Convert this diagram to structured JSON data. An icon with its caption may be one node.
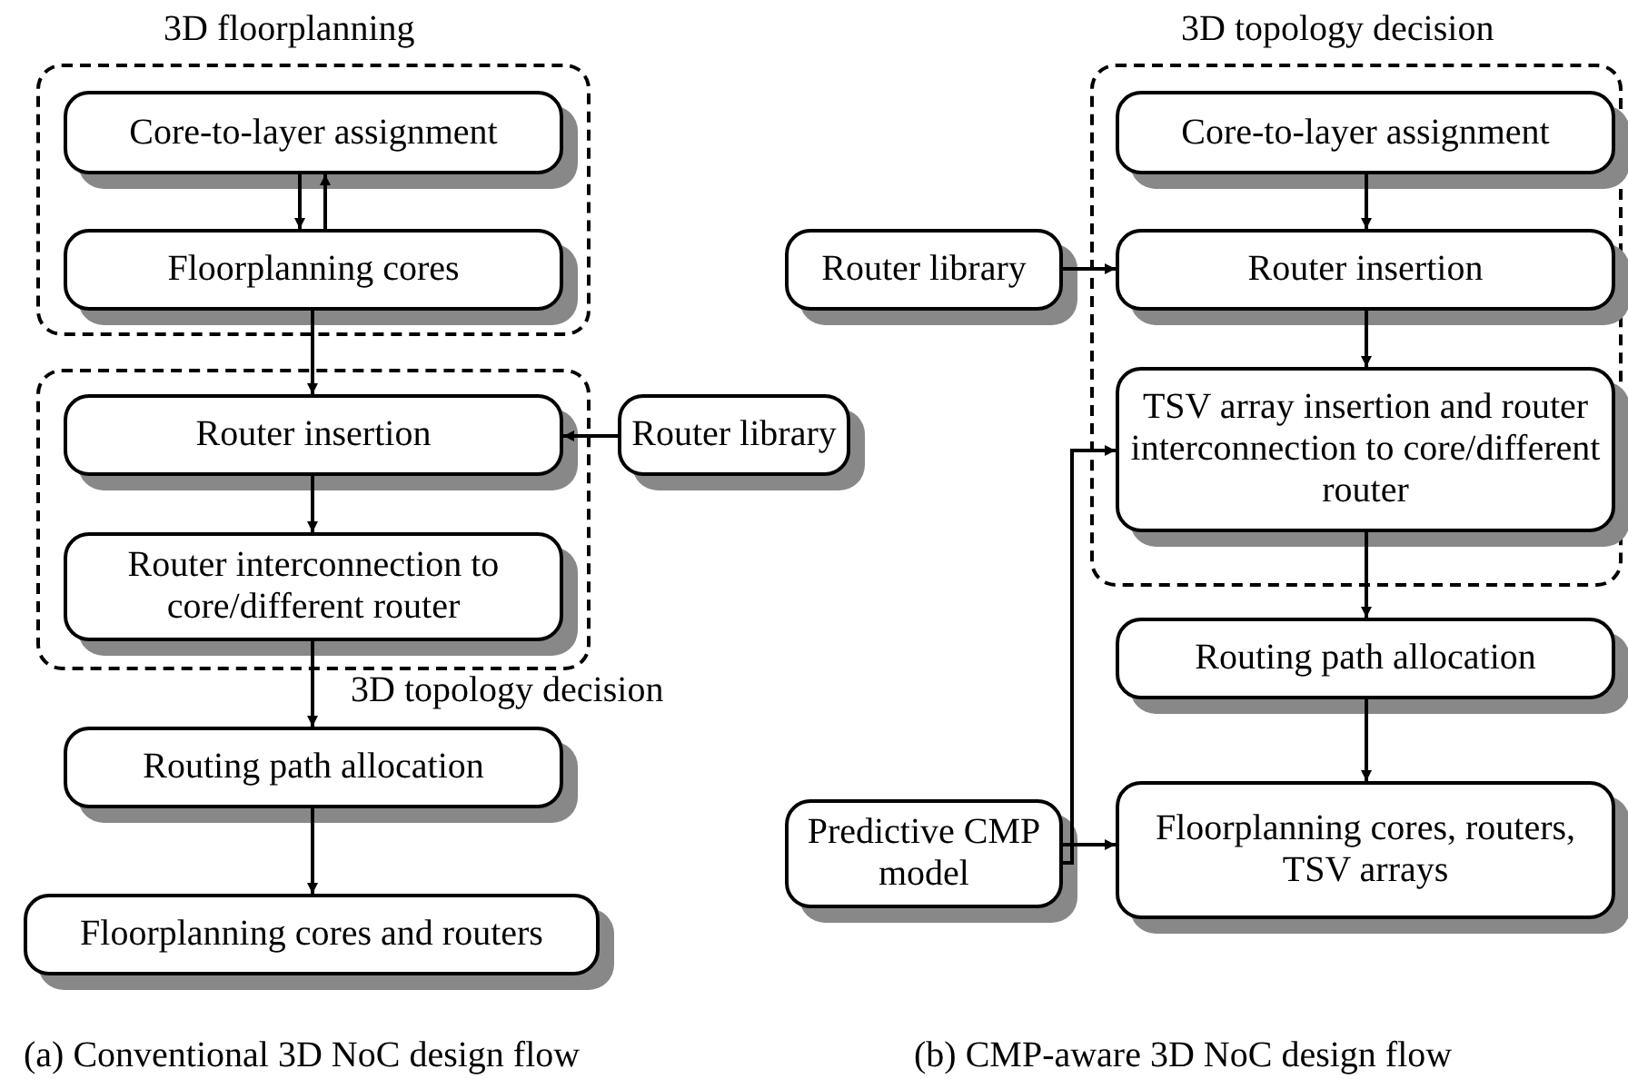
{
  "diagram": {
    "nodes": [
      {
        "text": [
          "3D floorplanning"
        ]
      },
      {
        "text": [
          "Core-to-layer assignment"
        ],
        "in": 0
      },
      {
        "text": [
          "Floorplanning cores"
        ],
        "in": 0
      },
      {
        "text": [
          "3D topology decision"
        ]
      },
      {
        "text": [
          "Router insertion"
        ],
        "in": 3
      },
      {
        "text": [
          "Router interconnection to core/different router"
        ],
        "in": 3
      },
      {
        "text": [
          "Router library"
        ]
      },
      {
        "text": [
          "Routing path allocation"
        ]
      },
      {
        "text": [
          "Floorplanning cores and routers"
        ]
      },
      {
        "text": [
          "3D topology decision"
        ]
      },
      {
        "text": [
          "Core-to-layer assignment"
        ],
        "in": 9
      },
      {
        "text": [
          "Router insertion"
        ],
        "in": 9
      },
      {
        "text": [
          "TSV array insertion and router interconnection to core/different router"
        ],
        "in": 9
      },
      {
        "text": [
          "Router library"
        ]
      },
      {
        "text": [
          "Routing path allocation"
        ]
      },
      {
        "text": [
          "Predictive CMP model"
        ]
      },
      {
        "text": [
          "Floorplanning cores, routers, TSV arrays"
        ]
      }
    ],
    "edges": [
      {
        "from": 1,
        "to": 2,
        "arrow": "to"
      },
      {
        "from": 2,
        "to": 1,
        "arrow": "to"
      },
      {
        "from": 2,
        "to": 4,
        "arrow": "to"
      },
      {
        "from": 6,
        "to": 4,
        "arrow": "to"
      },
      {
        "from": 4,
        "to": 5,
        "arrow": "to"
      },
      {
        "from": 5,
        "to": 7,
        "arrow": "to"
      },
      {
        "from": 7,
        "to": 8,
        "arrow": "to"
      },
      {
        "from": 10,
        "to": 11,
        "arrow": "to"
      },
      {
        "from": 13,
        "to": 11,
        "arrow": "to"
      },
      {
        "from": 11,
        "to": 12,
        "arrow": "to"
      },
      {
        "from": 12,
        "to": 14,
        "arrow": "to"
      },
      {
        "from": 14,
        "to": 16,
        "arrow": "to"
      },
      {
        "from": 15,
        "to": 16,
        "arrow": "to"
      },
      {
        "from": 15,
        "to": 12,
        "arrow": "to"
      }
    ],
    "labels": [
      "(a) Conventional 3D NoC design flow",
      "(b) CMP-aware 3D NoC design flow"
    ]
  }
}
